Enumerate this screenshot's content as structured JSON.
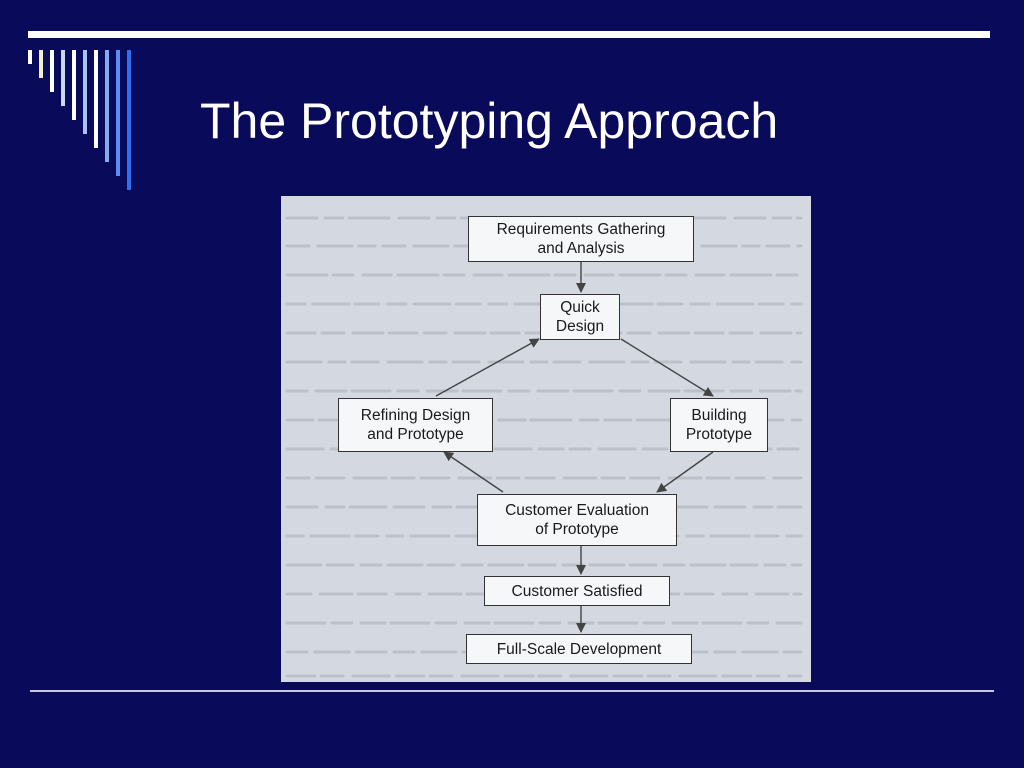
{
  "slide": {
    "title": "The Prototyping Approach"
  },
  "colors": {
    "background": "#0a0a5a",
    "title_text": "#ffffff",
    "accent_bars": [
      "#ffffff",
      "#f4eec8",
      "#ffffff",
      "#c8d8f0",
      "#ffffff",
      "#a8c4f0",
      "#ffffff",
      "#86aaf0",
      "#5b8ef0",
      "#2f6ff0"
    ],
    "figure_background": "#d4d8e0"
  },
  "diagram": {
    "nodes": {
      "requirements": {
        "line1": "Requirements Gathering",
        "line2": "and Analysis"
      },
      "quick_design": {
        "line1": "Quick",
        "line2": "Design"
      },
      "building": {
        "line1": "Building",
        "line2": "Prototype"
      },
      "refining": {
        "line1": "Refining Design",
        "line2": "and Prototype"
      },
      "evaluation": {
        "line1": "Customer Evaluation",
        "line2": "of Prototype"
      },
      "satisfied": {
        "label": "Customer Satisfied"
      },
      "full_scale": {
        "label": "Full-Scale Development"
      }
    },
    "edges": [
      {
        "from": "requirements",
        "to": "quick_design"
      },
      {
        "from": "quick_design",
        "to": "building"
      },
      {
        "from": "building",
        "to": "evaluation"
      },
      {
        "from": "evaluation",
        "to": "refining"
      },
      {
        "from": "refining",
        "to": "quick_design"
      },
      {
        "from": "evaluation",
        "to": "satisfied"
      },
      {
        "from": "satisfied",
        "to": "full_scale"
      }
    ]
  }
}
